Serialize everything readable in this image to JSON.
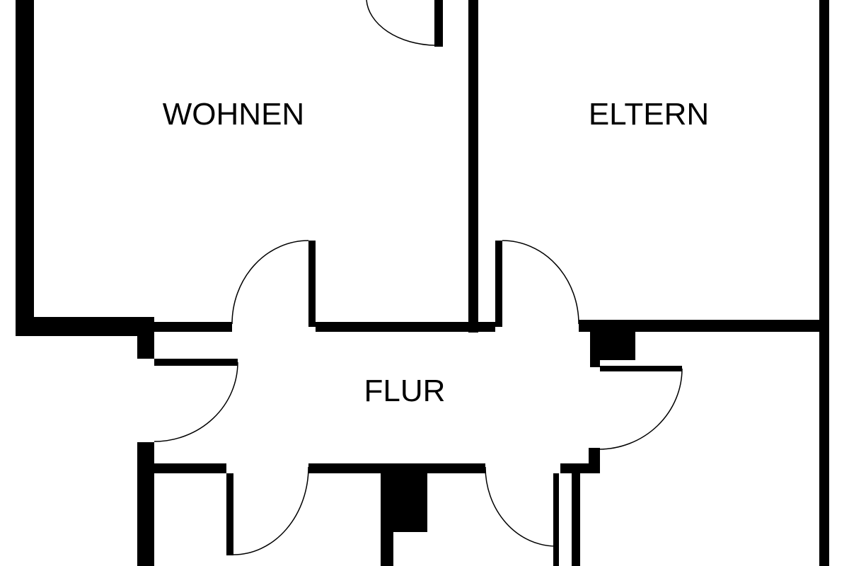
{
  "floor_plan": {
    "colors": {
      "wall": "#000000",
      "background": "#ffffff",
      "label": "#000000"
    },
    "rooms": {
      "wohnen": {
        "label": "WOHNEN"
      },
      "eltern": {
        "label": "ELTERN"
      },
      "flur": {
        "label": "FLUR"
      }
    },
    "door_count": 7
  }
}
